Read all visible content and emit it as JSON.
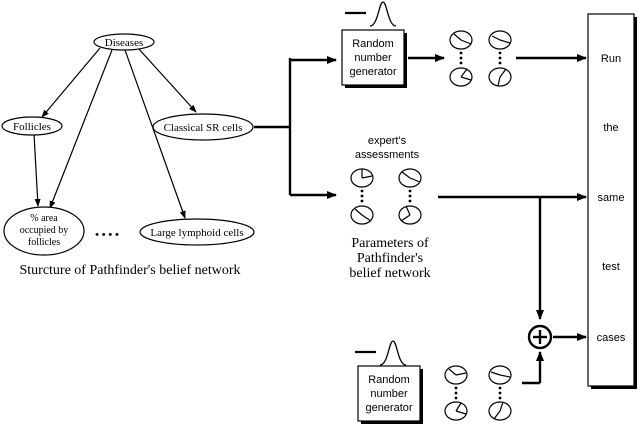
{
  "network": {
    "nodes": {
      "diseases": "Diseases",
      "follicles": "Follicles",
      "classical_sr": "Classical SR cells",
      "area_line1": "% area",
      "area_line2": "occupied by",
      "area_line3": "follicles",
      "large_lymphoid": "Large lymphoid cells"
    },
    "ellipsis": "• • • •",
    "caption": "Sturcture of Pathfinder's belief network"
  },
  "generator_top": {
    "line1": "Random",
    "line2": "number",
    "line3": "generator"
  },
  "generator_bottom": {
    "line1": "Random",
    "line2": "number",
    "line3": "generator"
  },
  "expert": {
    "line1": "expert's",
    "line2": "assessments"
  },
  "parameters": {
    "line1": "Parameters of",
    "line2": "Pathfinder's",
    "line3": "belief network"
  },
  "test_box": {
    "words": [
      "Run",
      "the",
      "same",
      "test",
      "cases"
    ]
  },
  "icons": {
    "bell_curve": "gaussian-curve-icon",
    "pie_dial": "pie-dial-icon",
    "sum": "circled-plus-icon"
  }
}
